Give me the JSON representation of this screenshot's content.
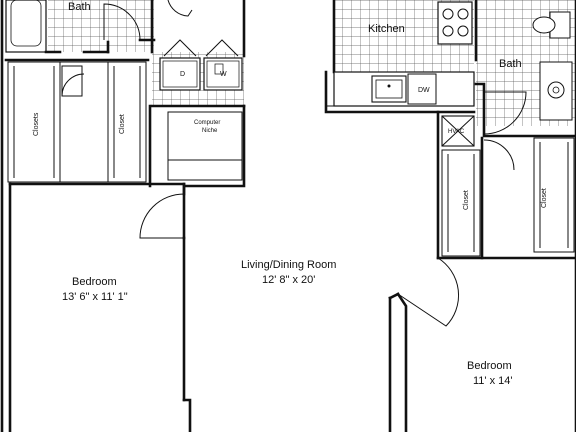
{
  "rooms": {
    "bath_left": "Bath",
    "bath_right": "Bath",
    "kitchen": "Kitchen",
    "living_name": "Living/Dining Room",
    "living_dim": "12' 8\" x 20'",
    "bedroom_left_name": "Bedroom",
    "bedroom_left_dim": "13' 6\" x 11' 1\"",
    "bedroom_right_name": "Bedroom",
    "bedroom_right_dim": "11' x 14'"
  },
  "fixtures": {
    "closet_1": "Closets",
    "closet_2": "Closet",
    "closet_3": "Closet",
    "closet_4": "Closet",
    "dryer": "D",
    "washer": "W",
    "computer_niche_1": "Computer",
    "computer_niche_2": "Niche",
    "dishwasher": "DW",
    "hvac": "HVAC"
  }
}
